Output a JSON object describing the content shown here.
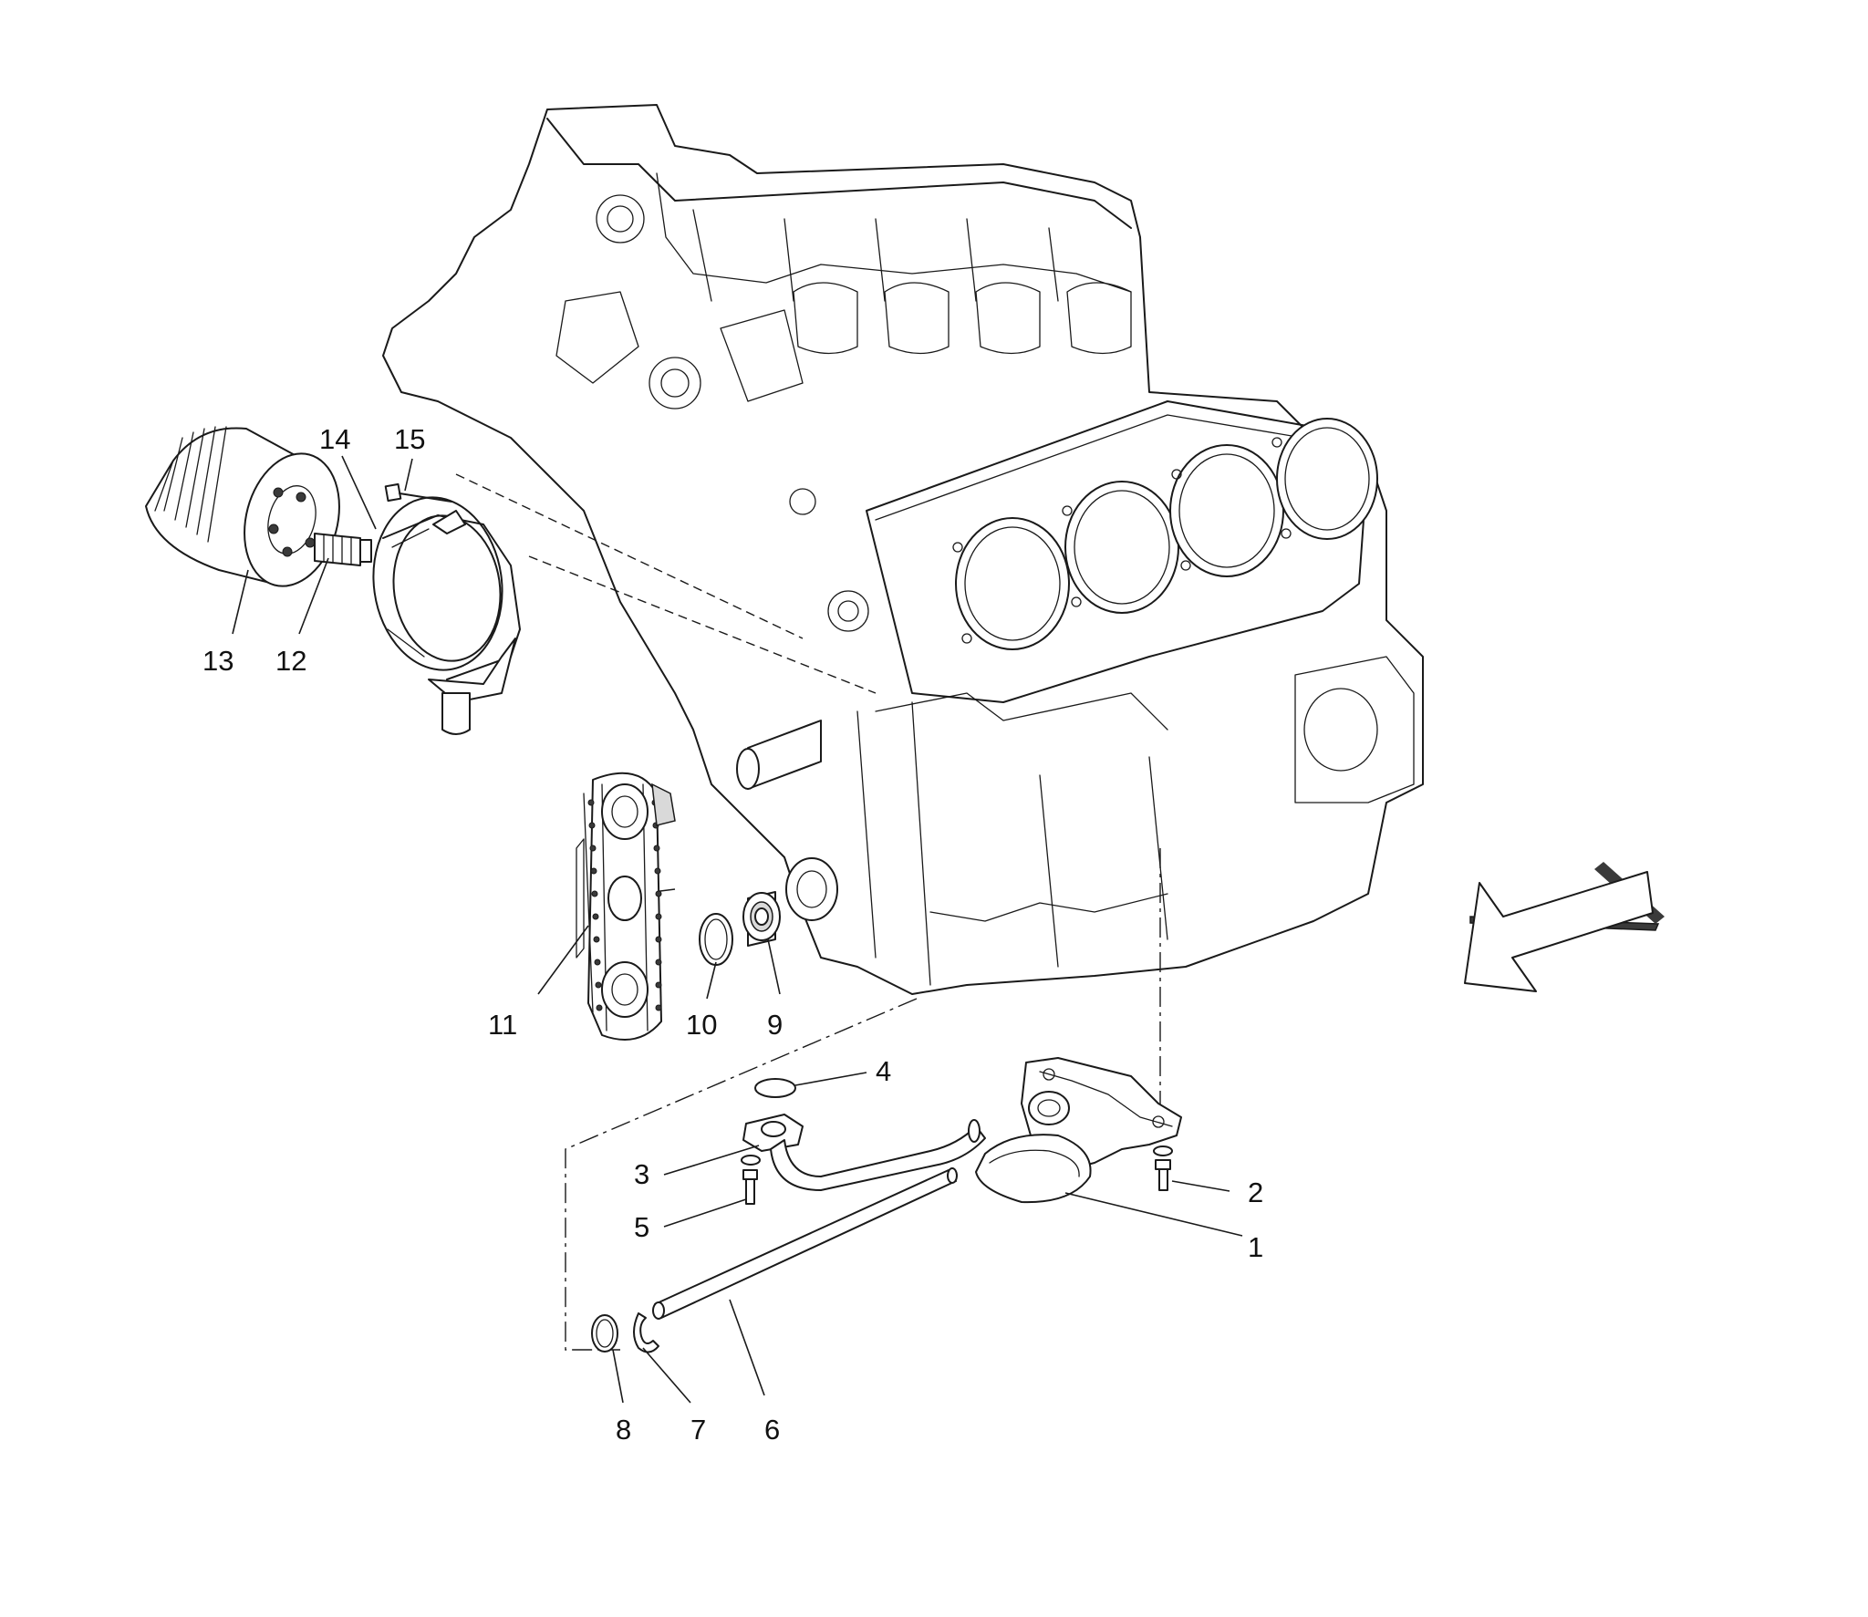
{
  "callouts": [
    "1",
    "2",
    "3",
    "4",
    "5",
    "6",
    "7",
    "8",
    "9",
    "10",
    "11",
    "12",
    "13",
    "14",
    "15"
  ],
  "direction_arrow": "arrow-icon"
}
